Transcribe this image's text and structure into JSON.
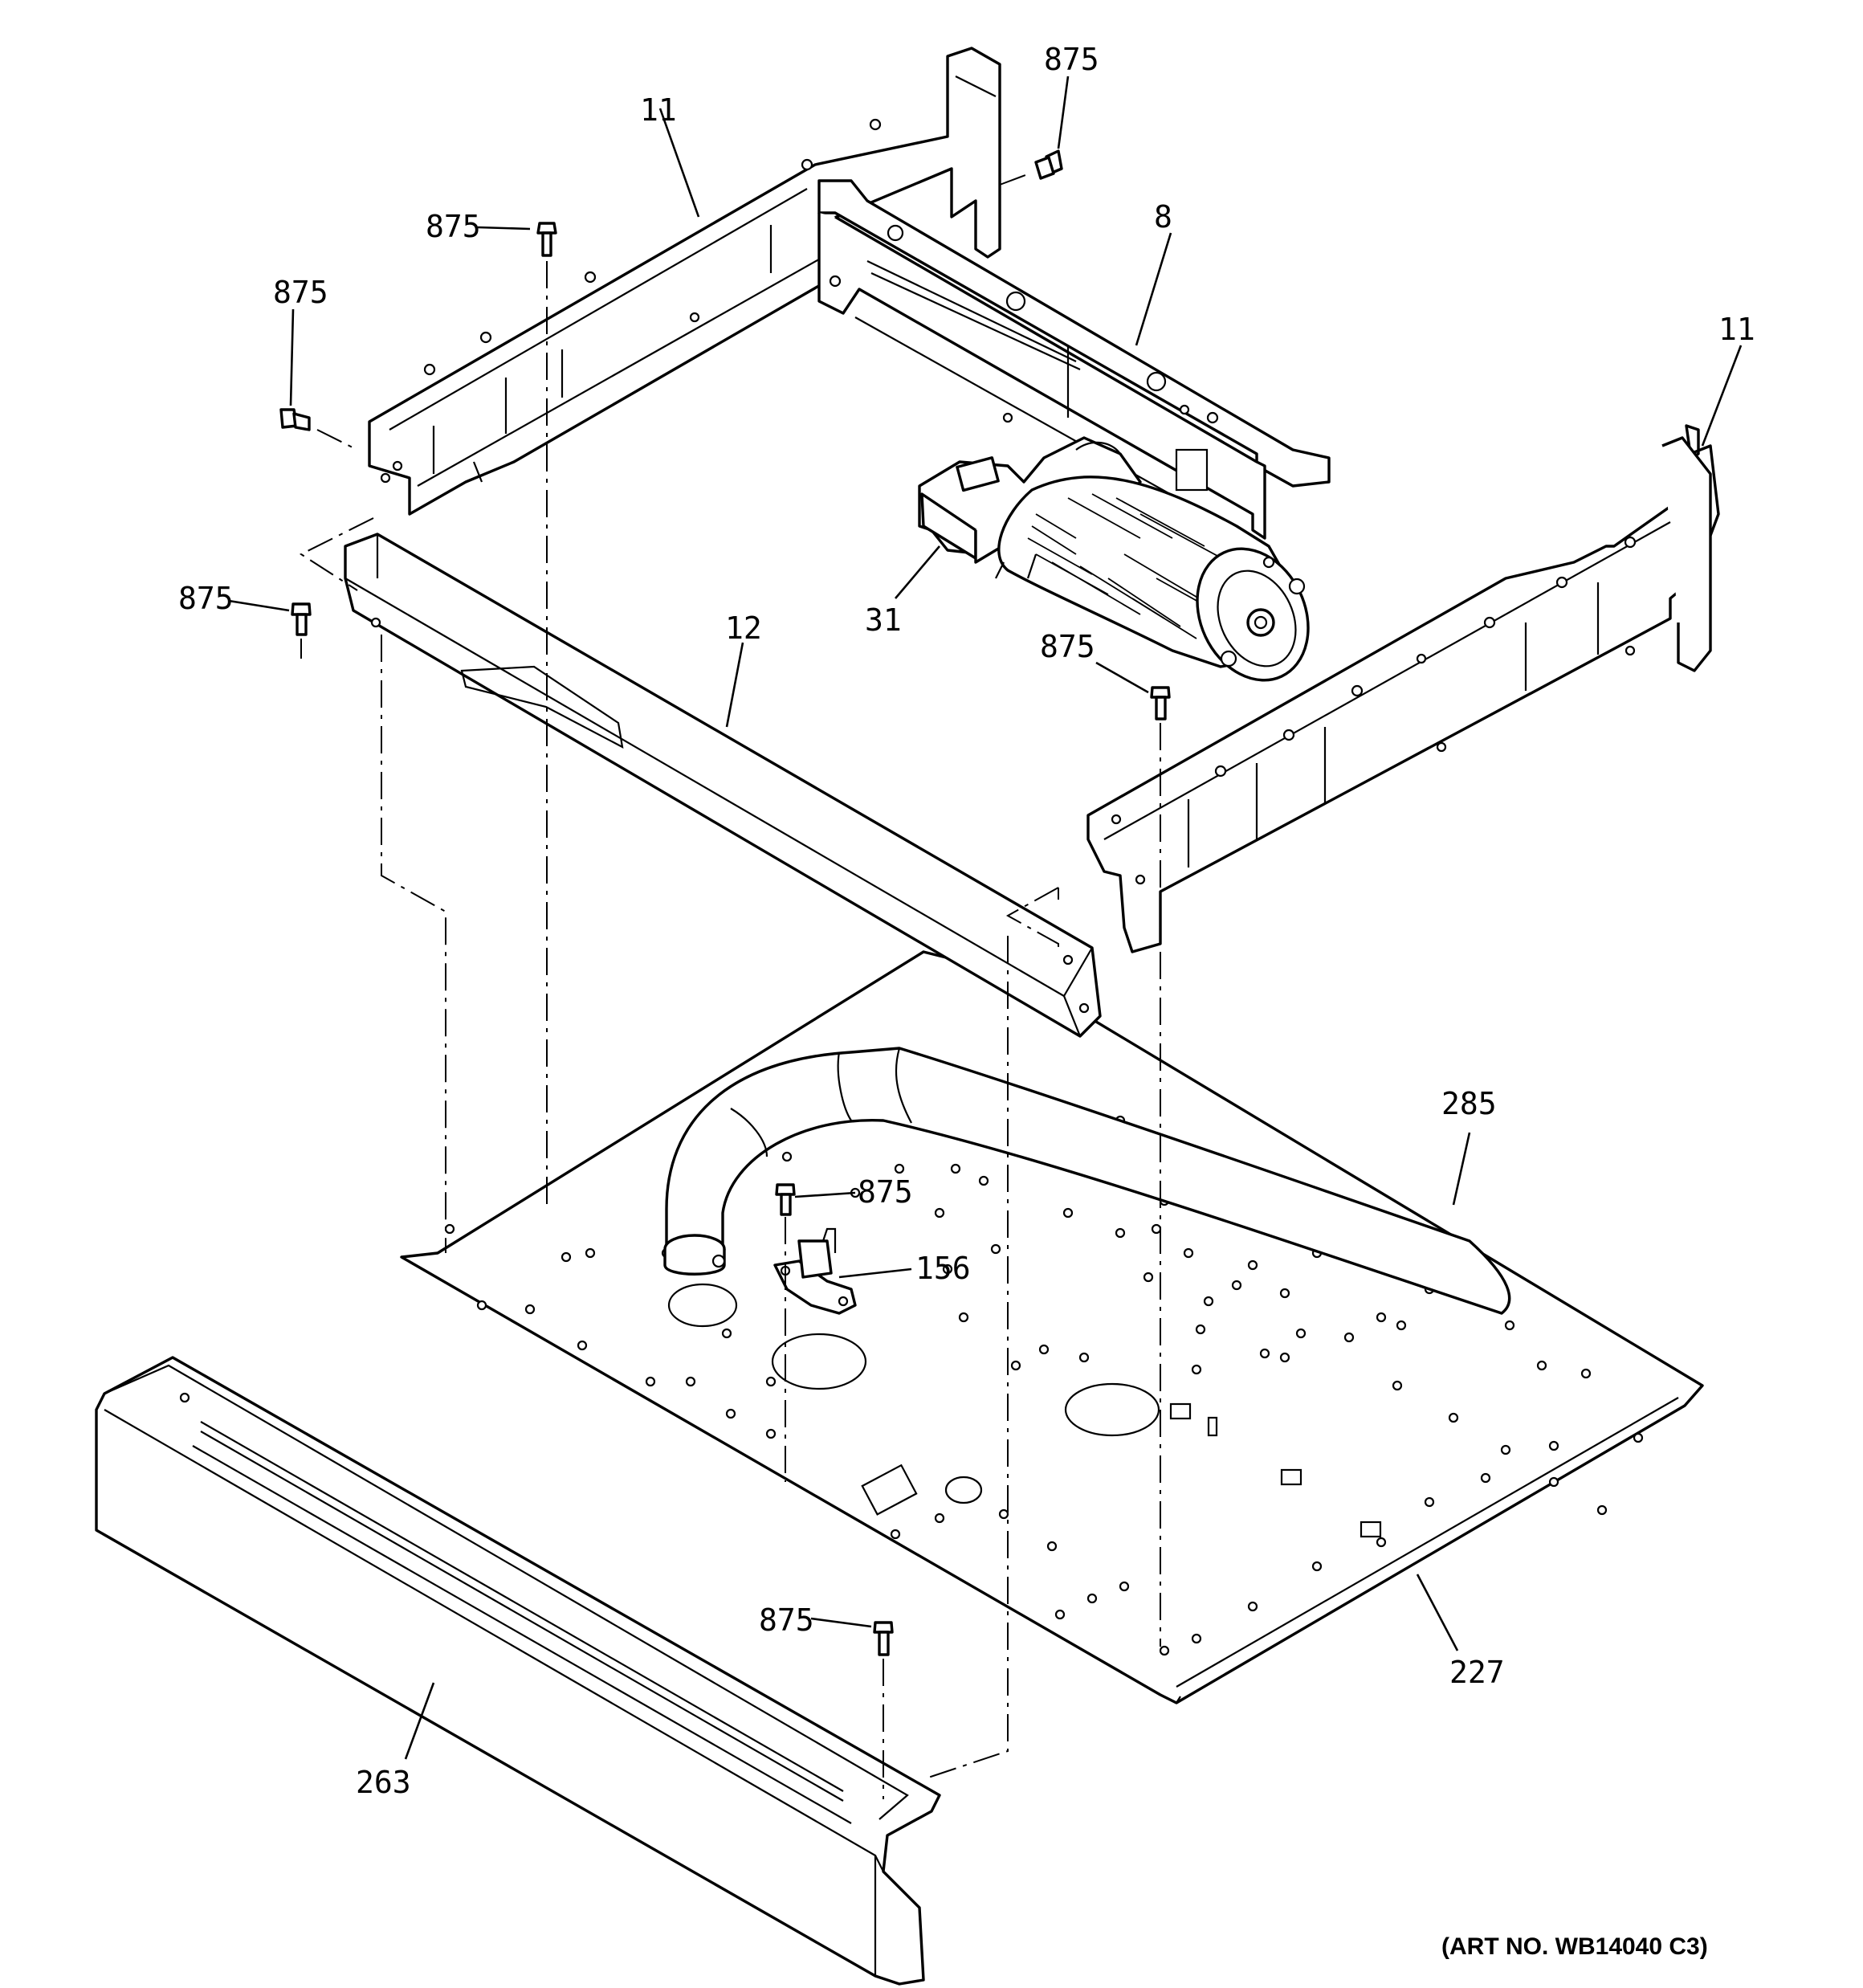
{
  "callouts": {
    "c875_top": "875",
    "c11_left": "11",
    "c875_a": "875",
    "c8": "8",
    "c875_b": "875",
    "c11_right": "11",
    "c875_c": "875",
    "c31": "31",
    "c12": "12",
    "c875_d": "875",
    "c285": "285",
    "c875_e": "875",
    "c156": "156",
    "c875_f": "875",
    "c263": "263",
    "c227": "227"
  },
  "art_number": "(ART NO. WB14040 C3)"
}
